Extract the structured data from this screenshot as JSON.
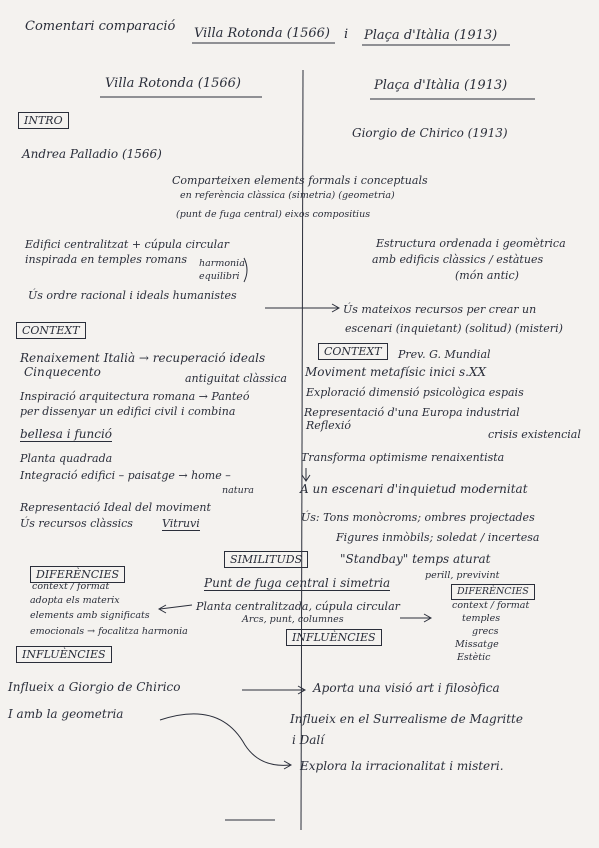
{
  "header": {
    "prefix": "Comentari comparació",
    "left_title": "Villa Rotonda (1566)",
    "sep": "i",
    "right_title": "Plaça d'Itàlia (1913)"
  },
  "left": {
    "title": "Villa Rotonda (1566)",
    "intro_label": "INTRO",
    "author": "Andrea Palladio (1566)",
    "ed1": "Edifici centralitzat + cúpula circular",
    "ed2": "inspirada en temples romans",
    "ed_note1": "harmonia",
    "ed_note2": "equilibri",
    "ordre": "Ús ordre racional i ideals humanistes",
    "context_label": "CONTEXT",
    "renaix": "Renaixement Italià → recuperació ideals",
    "cinque": "Cinquecento",
    "antiguitat": "antiguitat clàssica",
    "insp1": "Inspiració arquitectura romana → Panteó",
    "insp2": "per dissenyar un edifici civil i combina",
    "bellesa": "bellesa i funció",
    "planta": "Planta quadrada",
    "integ": "Integració edifici – paisatge → home –",
    "natura": "natura",
    "repr": "Representació Ideal del moviment",
    "recursos": "Ús recursos clàssics",
    "vitruvi": "Vitruvi",
    "dif_label": "DIFERÈNCIES",
    "ctx_format": "context / format",
    "adopta": "adopta els materix",
    "elements": "elements amb significats",
    "emocionals": "emocionals → focalitza harmonia",
    "infl_label": "INFLUÈNCIES",
    "influeix": "Influeix a Giorgio de Chirico",
    "geometria": "I amb la geometria"
  },
  "center": {
    "comp1": "Comparteixen elements formals i conceptuals",
    "comp2": "en referència clàssica (simetria) (geometria)",
    "comp3": "(punt de fuga central) eixos compositius",
    "similituds_label": "SIMILITUDS",
    "punt": "Punt de fuga central i simetria",
    "planta_c": "Planta centralitzada, cúpula circular",
    "arcs": "Arcs, punt, columnes"
  },
  "right": {
    "title": "Plaça d'Itàlia (1913)",
    "author": "Giorgio de Chirico (1913)",
    "estr1": "Estructura ordenada i geomètrica",
    "estr2": "amb edificis clàssics / estàtues",
    "estr3": "(món antic)",
    "mat1": "Ús mateixos recursos per crear un",
    "mat2": "escenari (inquietant) (solitud) (misteri)",
    "context_label": "CONTEXT",
    "prev": "Prev. G. Mundial",
    "mov": "Moviment metafísic inici s.XX",
    "expl": "Exploració dimensió psicològica espais",
    "repr1": "Representació d'una Europa industrial",
    "reflexio": "Reflexió",
    "crisis": "crisis existencial",
    "transf": "Transforma optimisme renaixentista",
    "esc": "A un escenari d'inquietud modernitat",
    "us1": "Ús: Tons monòcroms; ombres projectades",
    "us2": "Figures inmòbils; soledat / incertesa",
    "standbay": "\"Standbay\" temps aturat",
    "perill": "perill, previvint",
    "dif_label": "DIFERÈNCIES",
    "ctx_format": "context / format",
    "temples": "temples",
    "grecs": "grecs",
    "missatge": "Missatge",
    "estetic": "Estètic",
    "infl_label": "INFLUÈNCIES",
    "aporta": "Aporta una visió art i filosòfica",
    "surr": "Influeix en el Surrealisme de Magritte",
    "dali": "i Dalí",
    "explora": "Explora la irracionalitat i misteri."
  }
}
